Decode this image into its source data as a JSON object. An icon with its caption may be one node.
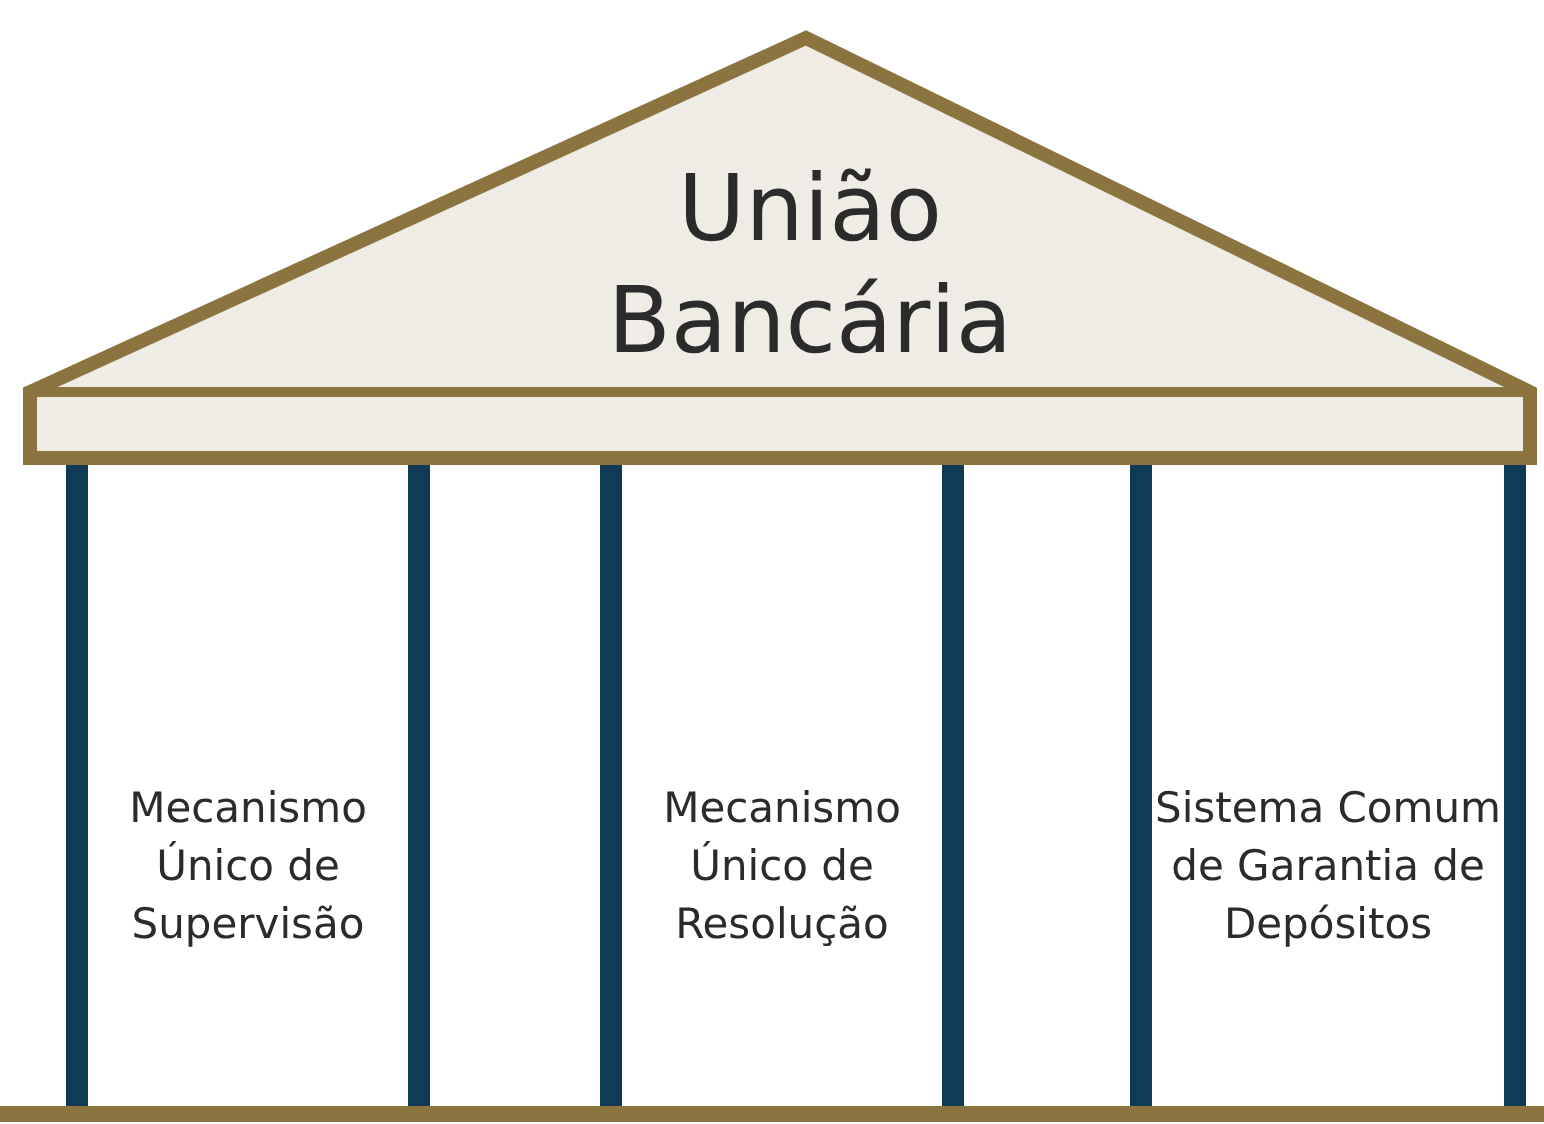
{
  "diagram": {
    "nodes": [
      {
        "text": [
          "União Bancária"
        ]
      },
      {
        "text": [
          "Mecanismo Único de Supervisão"
        ]
      },
      {
        "text": [
          "Mecanismo Único de Resolução"
        ]
      },
      {
        "text": [
          "Sistema Comum de Garantia de Depósitos"
        ]
      }
    ]
  }
}
